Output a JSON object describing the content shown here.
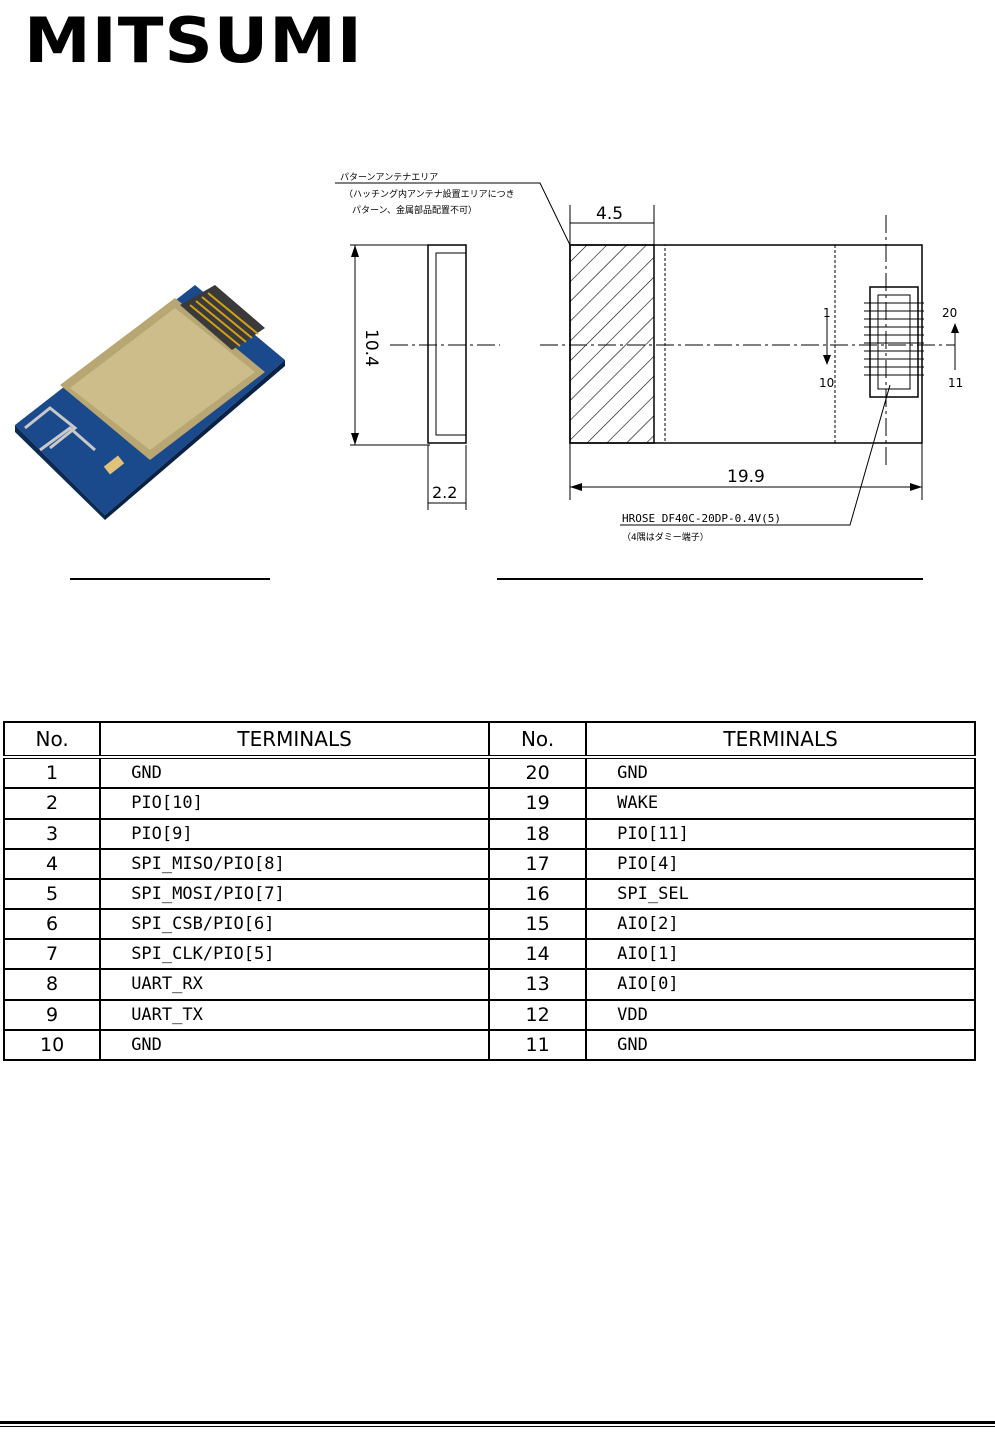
{
  "brand": {
    "logo_text": "MITSUMI"
  },
  "drawing": {
    "antenna_note_1": "パターンアンテナエリア",
    "antenna_note_2": "（ハッチング内アンテナ設置エリアにつき",
    "antenna_note_3": "パターン、金属部品配置不可）",
    "dim_width_antenna": "4.5",
    "dim_height": "10.4",
    "dim_thickness": "2.2",
    "dim_length": "19.9",
    "pin_label_1": "1",
    "pin_label_10": "10",
    "pin_label_20": "20",
    "pin_label_11": "11",
    "connector_note_1": "HROSE DF40C-20DP-0.4V(5)",
    "connector_note_2": "（4隅はダミー端子）"
  },
  "table": {
    "headers": [
      "No.",
      "TERMINALS",
      "No.",
      "TERMINALS"
    ],
    "rows": [
      {
        "left_no": "1",
        "left_term": "GND",
        "right_no": "20",
        "right_term": "GND"
      },
      {
        "left_no": "2",
        "left_term": "PIO[10]",
        "right_no": "19",
        "right_term": "WAKE"
      },
      {
        "left_no": "3",
        "left_term": "PIO[9]",
        "right_no": "18",
        "right_term": "PIO[11]"
      },
      {
        "left_no": "4",
        "left_term": "SPI_MISO/PIO[8]",
        "right_no": "17",
        "right_term": "PIO[4]"
      },
      {
        "left_no": "5",
        "left_term": "SPI_MOSI/PIO[7]",
        "right_no": "16",
        "right_term": "SPI_SEL"
      },
      {
        "left_no": "6",
        "left_term": "SPI_CSB/PIO[6]",
        "right_no": "15",
        "right_term": "AIO[2]"
      },
      {
        "left_no": "7",
        "left_term": "SPI_CLK/PIO[5]",
        "right_no": "14",
        "right_term": "AIO[1]"
      },
      {
        "left_no": "8",
        "left_term": "UART_RX",
        "right_no": "13",
        "right_term": "AIO[0]"
      },
      {
        "left_no": "9",
        "left_term": "UART_TX",
        "right_no": "12",
        "right_term": "VDD"
      },
      {
        "left_no": "10",
        "left_term": "GND",
        "right_no": "11",
        "right_term": "GND"
      }
    ]
  }
}
